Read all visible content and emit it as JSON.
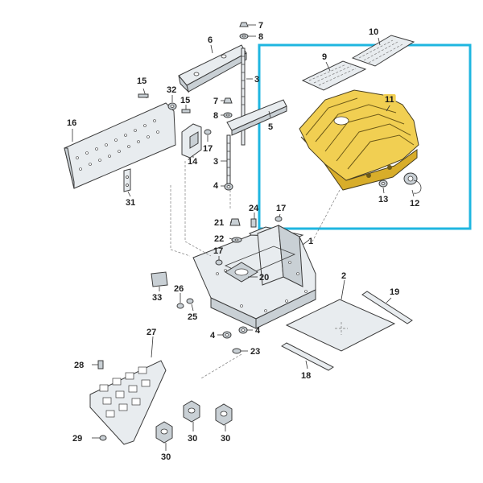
{
  "diagram": {
    "highlight_color": "#1fb6e0",
    "tank_color": "#f1cf52",
    "highlight_label_color": "#f1cf52",
    "highlighted_part": "11",
    "labels": {
      "p1": "1",
      "p2": "2",
      "p3a": "3",
      "p3b": "3",
      "p4a": "4",
      "p4b": "4",
      "p4c": "4",
      "p5": "5",
      "p6": "6",
      "p7a": "7",
      "p7b": "7",
      "p8a": "8",
      "p8b": "8",
      "p9": "9",
      "p10": "10",
      "p11": "11",
      "p12": "12",
      "p13": "13",
      "p14": "14",
      "p15a": "15",
      "p15b": "15",
      "p16": "16",
      "p17a": "17",
      "p17b": "17",
      "p17c": "17",
      "p18": "18",
      "p19": "19",
      "p20": "20",
      "p21": "21",
      "p22": "22",
      "p23": "23",
      "p24": "24",
      "p25": "25",
      "p26": "26",
      "p27": "27",
      "p28": "28",
      "p29": "29",
      "p30a": "30",
      "p30b": "30",
      "p30c": "30",
      "p31": "31",
      "p32": "32",
      "p33": "33"
    }
  }
}
